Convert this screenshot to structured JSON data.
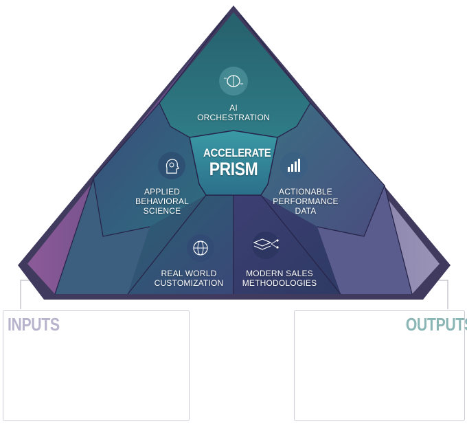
{
  "center": {
    "line1": "ACCELERATE",
    "line2": "PRISM"
  },
  "facets": [
    {
      "label": "AI\nORCHESTRATION",
      "icon": "brain-circuit-icon"
    },
    {
      "label": "APPLIED\nBEHAVIORAL\nSCIENCE",
      "icon": "head-gear-icon"
    },
    {
      "label": "ACTIONABLE\nPERFORMANCE\nDATA",
      "icon": "bar-chart-icon"
    },
    {
      "label": "REAL WORLD\nCUSTOMIZATION",
      "icon": "globe-person-icon"
    },
    {
      "label": "MODERN SALES\nMETHODOLOGIES",
      "icon": "layers-network-icon"
    }
  ],
  "inputs": {
    "title": "INPUTS",
    "color": "#b8b3cc"
  },
  "outputs": {
    "title": "OUTPUTS",
    "color": "#8ab5b5"
  },
  "colors": {
    "outline": "#3f3a5e",
    "facet_teal": "#2f7c87",
    "facet_purple": "#4a3f78",
    "side_light": "#8f85b0"
  }
}
